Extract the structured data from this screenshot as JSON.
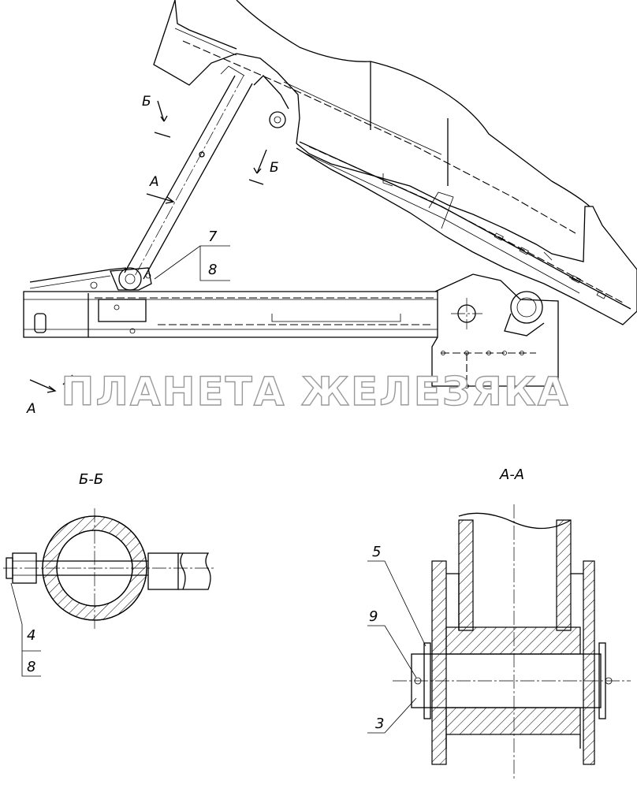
{
  "watermark": "ПЛАНЕТА ЖЕЛЕЗЯКА",
  "views": {
    "bb_title": "Б-Б",
    "aa_title": "А-А"
  },
  "markers": {
    "b_top": "Б",
    "b_right": "Б",
    "a_strut": "А",
    "a_bottom": "А"
  },
  "callouts": {
    "item7": "7",
    "item7_qty": "8",
    "item4": "4",
    "item4_qty": "8",
    "item5": "5",
    "item9": "9",
    "item3": "3"
  }
}
